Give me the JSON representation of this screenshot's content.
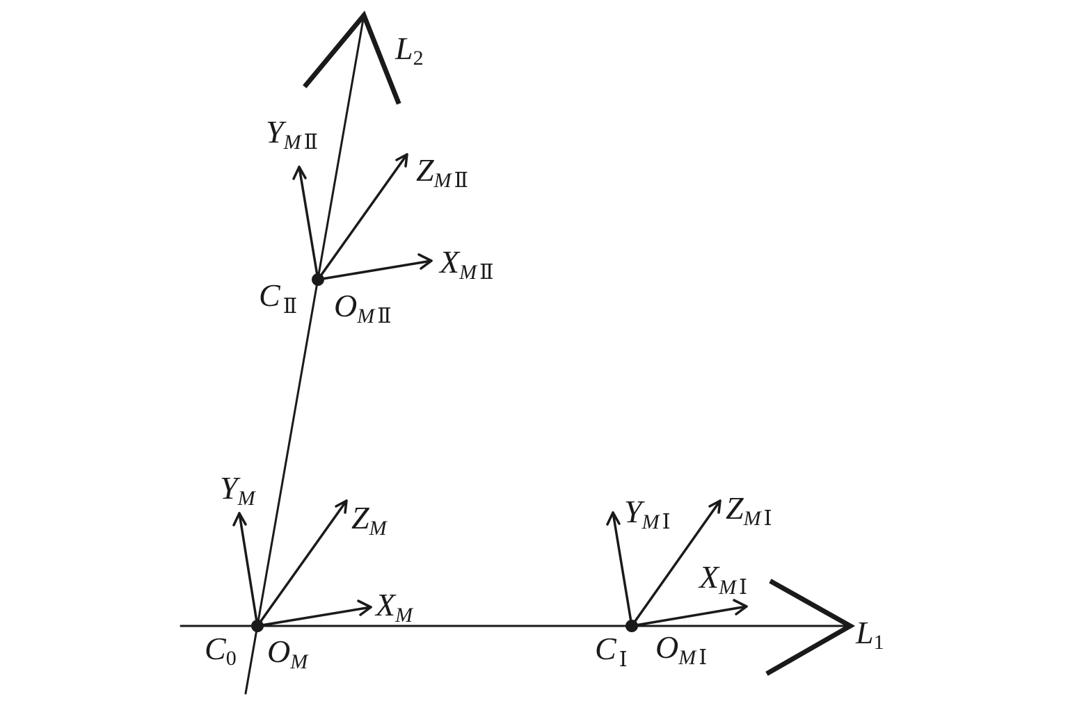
{
  "diagram": {
    "lines": {
      "L1": {
        "main": "L",
        "sub": "1"
      },
      "L2": {
        "main": "L",
        "sub": "2"
      }
    },
    "points": {
      "C0": {
        "main": "C",
        "sub": "0"
      },
      "C1": {
        "main": "C",
        "sub": "Ⅰ"
      },
      "C2": {
        "main": "C",
        "sub": "Ⅱ"
      }
    },
    "frames": {
      "M": {
        "origin": {
          "main": "O",
          "sub": "M"
        },
        "x": {
          "main": "X",
          "sub": "M"
        },
        "y": {
          "main": "Y",
          "sub": "M"
        },
        "z": {
          "main": "Z",
          "sub": "M"
        }
      },
      "MI": {
        "origin": {
          "main": "O",
          "sub": "M",
          "roman": "Ⅰ"
        },
        "x": {
          "main": "X",
          "sub": "M",
          "roman": "Ⅰ"
        },
        "y": {
          "main": "Y",
          "sub": "M",
          "roman": "Ⅰ"
        },
        "z": {
          "main": "Z",
          "sub": "M",
          "roman": "Ⅰ"
        }
      },
      "MII": {
        "origin": {
          "main": "O",
          "sub": "M",
          "roman": "Ⅱ"
        },
        "x": {
          "main": "X",
          "sub": "M",
          "roman": "Ⅱ"
        },
        "y": {
          "main": "Y",
          "sub": "M",
          "roman": "Ⅱ"
        },
        "z": {
          "main": "Z",
          "sub": "M",
          "roman": "Ⅱ"
        }
      }
    },
    "colors": {
      "ink": "#1a1a1a",
      "background": "#ffffff"
    }
  }
}
